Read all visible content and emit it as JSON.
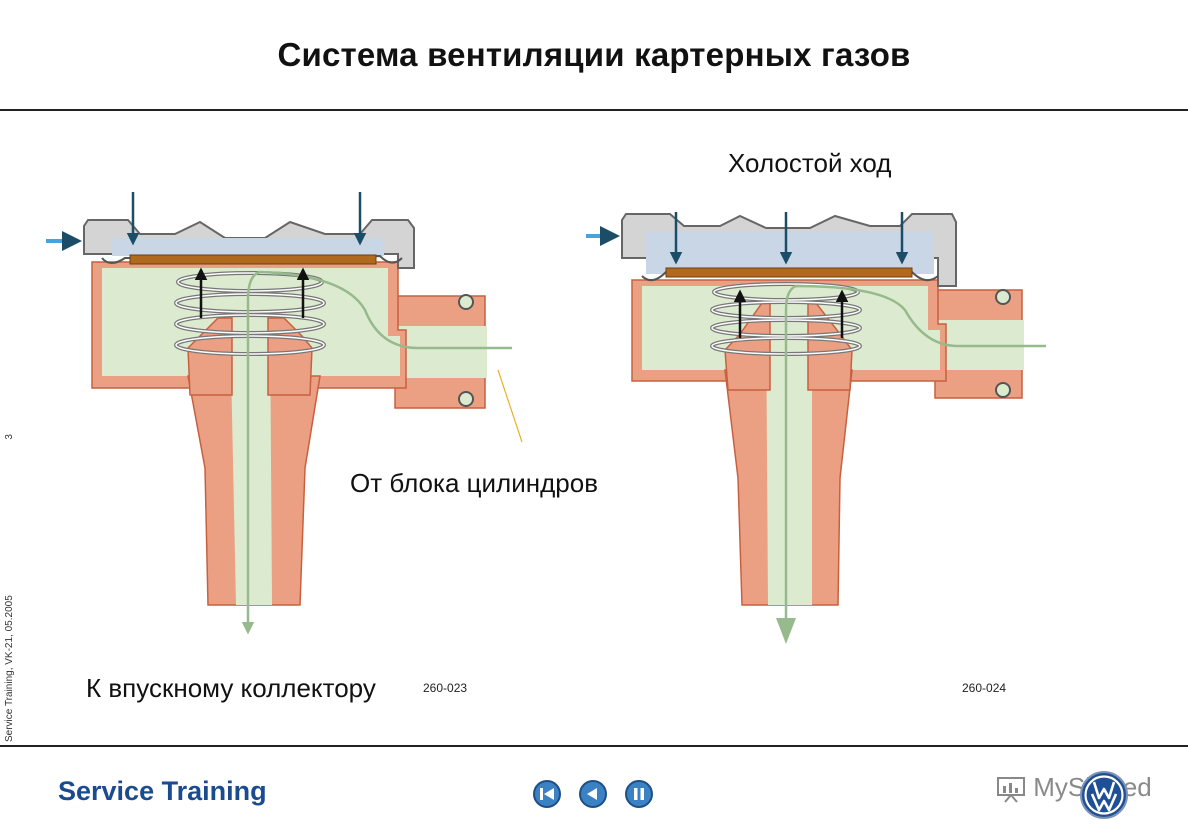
{
  "header": {
    "title": "Система вентиляции картерных газов"
  },
  "labels": {
    "idle": "Холостой ход",
    "from_block": "От блока цилиндров",
    "to_intake": "К впускному коллектору"
  },
  "figures": [
    {
      "code": "260-023"
    },
    {
      "code": "260-024"
    }
  ],
  "sidebar": {
    "page_number": "3",
    "footer_text": "Service Training, VK-21, 05.2005"
  },
  "footer": {
    "brand": "Service Training",
    "watermark": "MyShared"
  },
  "navigation": [
    {
      "icon": "rewind-icon"
    },
    {
      "icon": "back-icon"
    },
    {
      "icon": "pause-icon"
    }
  ],
  "colors": {
    "housing": "#d4d4d4",
    "cover_gas": "#c8d6e6",
    "chamber": "#dcebd0",
    "flow_line": "#97ba8c",
    "pipe": "#eba084",
    "pipe_edge": "#d8704d",
    "diaphragm": "#b06a1e",
    "inflow_arrow": "#4aa3d8",
    "pressure_arrow": "#1c4d68",
    "brand": "#1b4b8f"
  }
}
